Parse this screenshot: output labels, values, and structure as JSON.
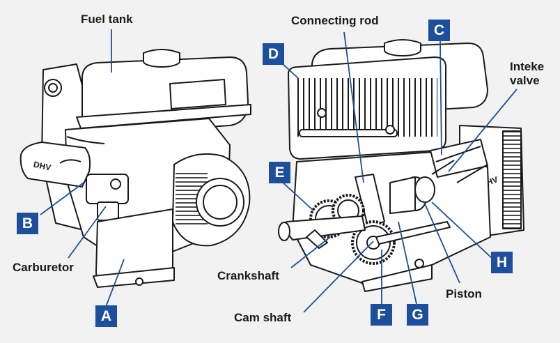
{
  "labels": {
    "fuel_tank": "Fuel tank",
    "carburetor": "Carburetor",
    "connecting_rod": "Connecting rod",
    "intake_valve": "Inteke\nvalve",
    "crankshaft": "Crankshaft",
    "cam_shaft": "Cam shaft",
    "piston": "Piston"
  },
  "badges": {
    "A": "A",
    "B": "B",
    "C": "C",
    "D": "D",
    "E": "E",
    "F": "F",
    "G": "G",
    "H": "H"
  },
  "engine_brand": "DHV",
  "colors": {
    "background": "#f2f2f2",
    "badge": "#1d4f9c",
    "leader_line": "#1d4f9c",
    "engine_stroke": "#1a1a1a",
    "engine_fill": "#ffffff"
  }
}
